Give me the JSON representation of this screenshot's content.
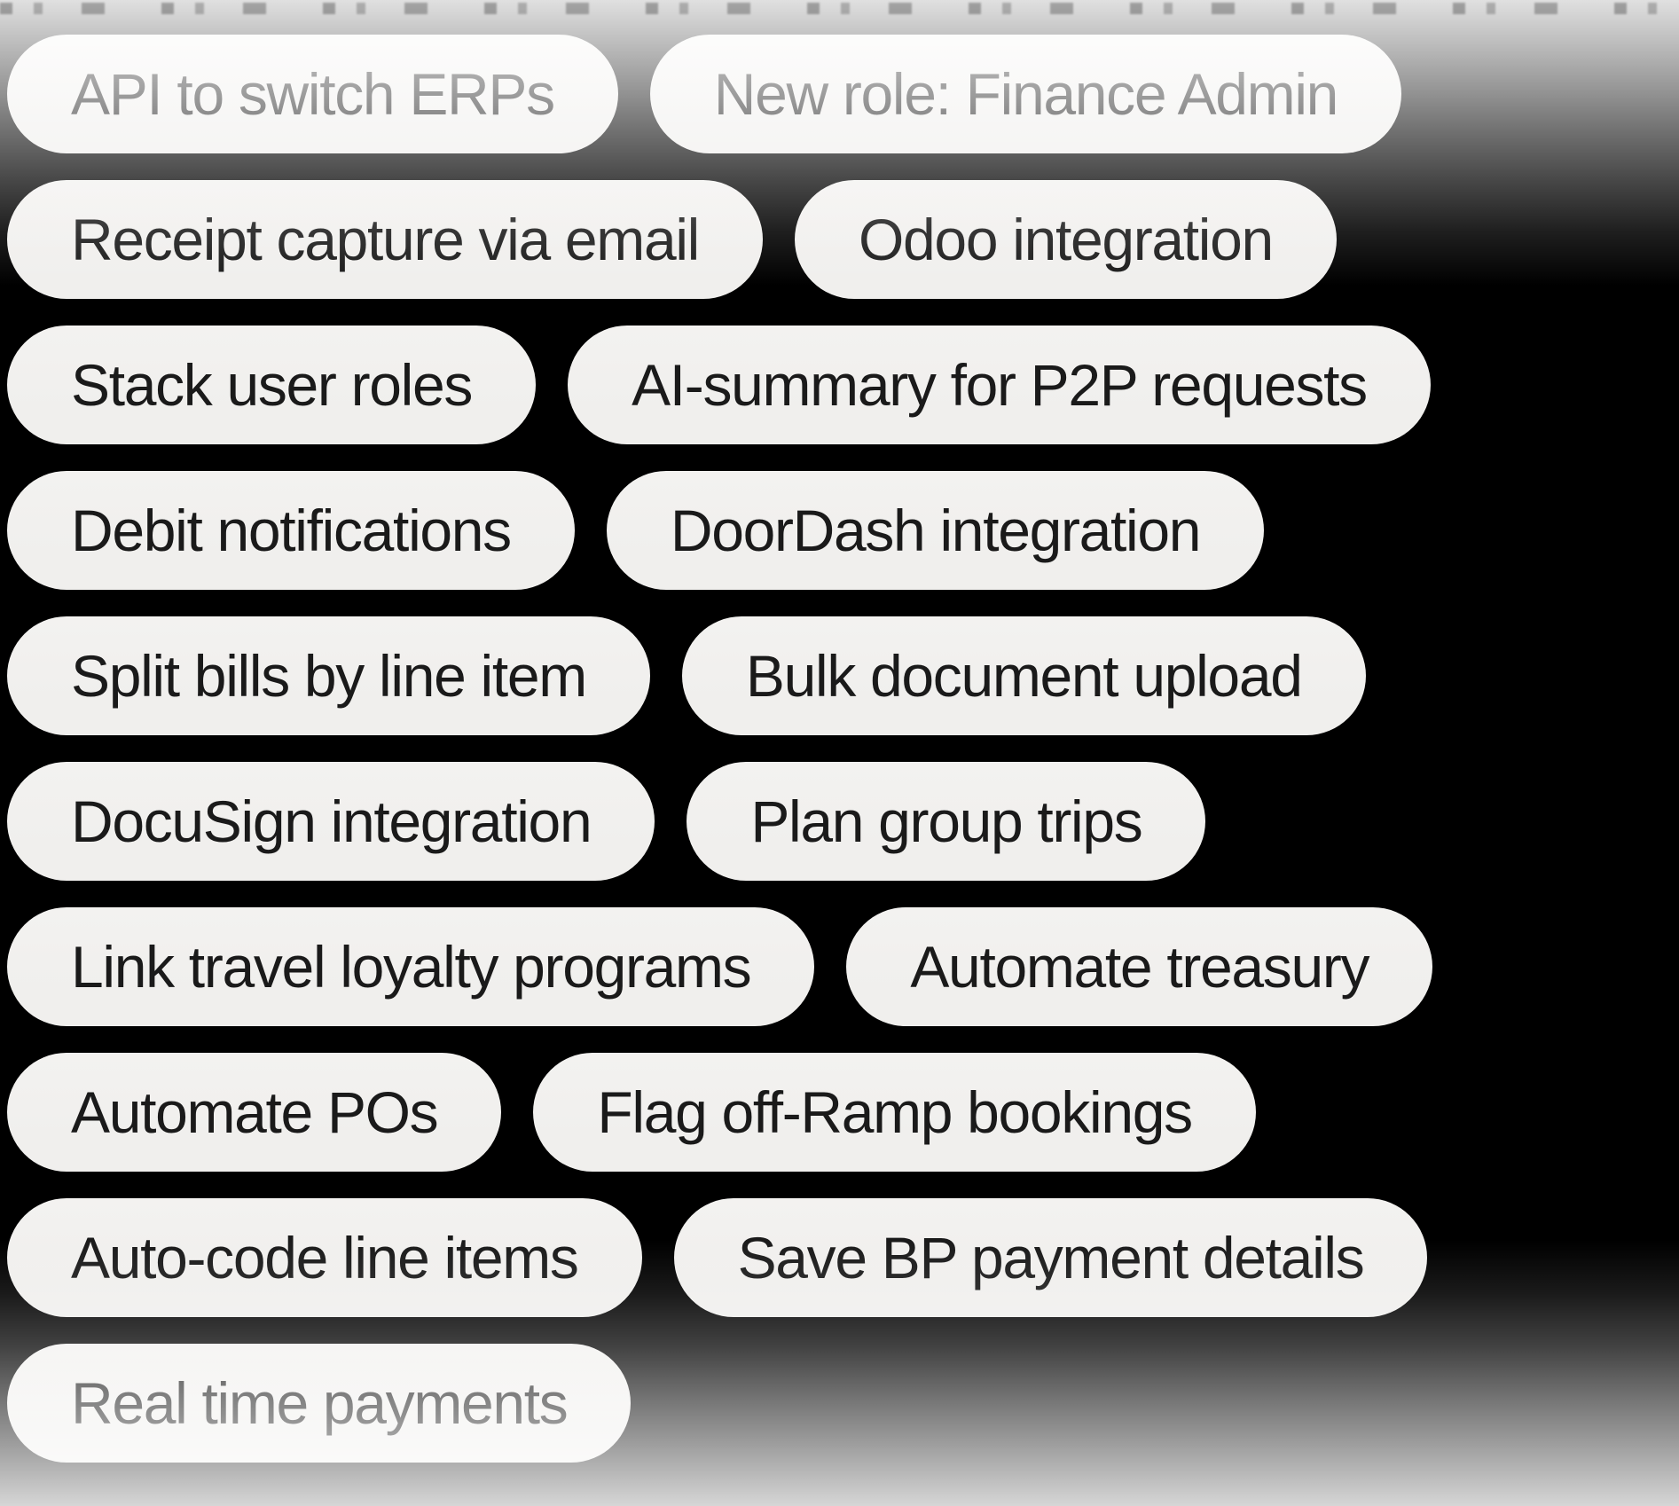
{
  "colors": {
    "background": "#000000",
    "pill_fill": "#f0efed",
    "pill_fill_top": "#f3f2f0",
    "pill_text": "#1a1a1a",
    "fade": "#ffffff"
  },
  "board": {
    "rows": [
      {
        "items": [
          {
            "label": "API to switch ERPs"
          },
          {
            "label": "New role: Finance Admin"
          }
        ]
      },
      {
        "items": [
          {
            "label": "Receipt capture via email"
          },
          {
            "label": "Odoo integration"
          }
        ]
      },
      {
        "items": [
          {
            "label": "Stack user roles"
          },
          {
            "label": "AI-summary for P2P requests"
          }
        ]
      },
      {
        "items": [
          {
            "label": "Debit notifications"
          },
          {
            "label": "DoorDash integration"
          }
        ]
      },
      {
        "items": [
          {
            "label": "Split bills by line item"
          },
          {
            "label": "Bulk document upload"
          }
        ]
      },
      {
        "items": [
          {
            "label": "DocuSign integration"
          },
          {
            "label": "Plan group trips"
          }
        ]
      },
      {
        "items": [
          {
            "label": "Link travel loyalty programs"
          },
          {
            "label": "Automate treasury"
          }
        ]
      },
      {
        "items": [
          {
            "label": "Automate POs"
          },
          {
            "label": "Flag off-Ramp bookings"
          }
        ]
      },
      {
        "items": [
          {
            "label": "Auto-code line items"
          },
          {
            "label": "Save BP payment details"
          }
        ]
      },
      {
        "items": [
          {
            "label": "Real time payments"
          }
        ]
      }
    ]
  }
}
